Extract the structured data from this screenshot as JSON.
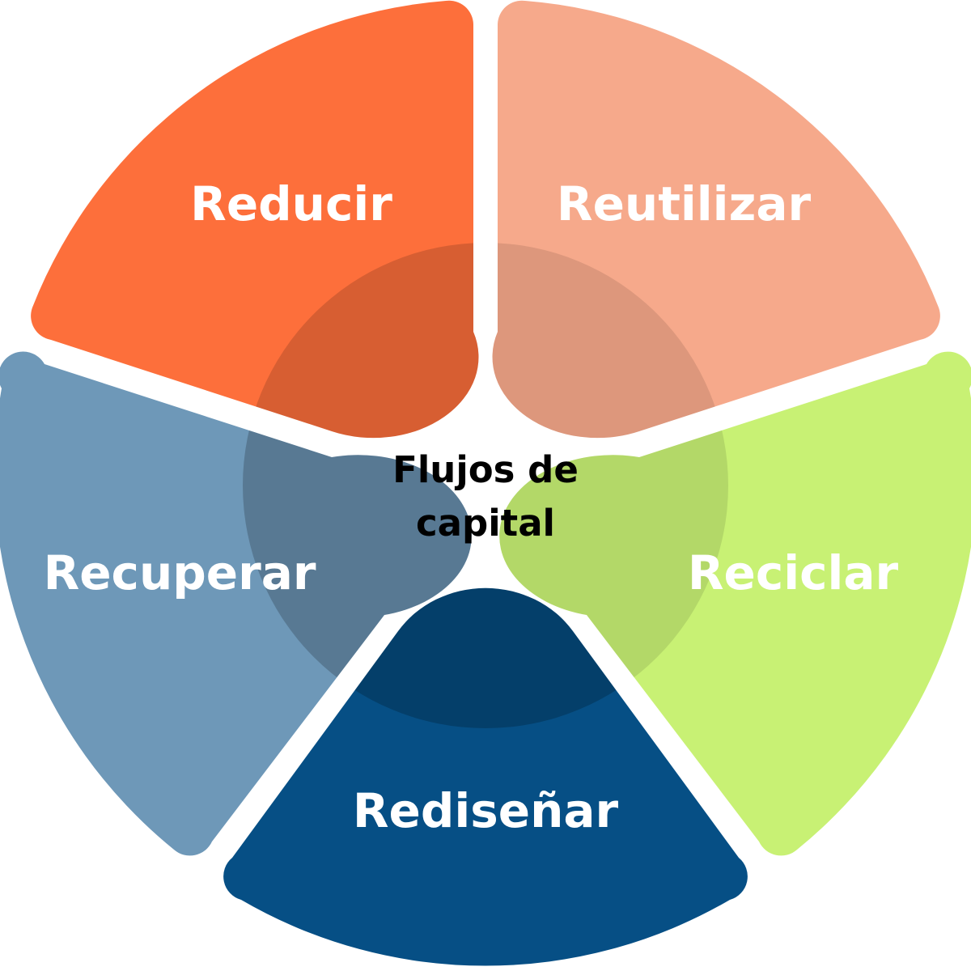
{
  "diagram": {
    "center": {
      "line1": "Flujos de",
      "line2": "capital"
    },
    "segments": [
      {
        "id": "reducir",
        "label": "Reducir",
        "color": "#FD6F3B"
      },
      {
        "id": "reutilizar",
        "label": "Reutilizar",
        "color": "#F6A98B"
      },
      {
        "id": "reciclar",
        "label": "Reciclar",
        "color": "#C8F174"
      },
      {
        "id": "redisenar",
        "label": "Rediseñar",
        "color": "#064F85"
      },
      {
        "id": "recuperar",
        "label": "Recuperar",
        "color": "#6E98B8"
      }
    ],
    "inner_ring_tint": "#000000"
  }
}
